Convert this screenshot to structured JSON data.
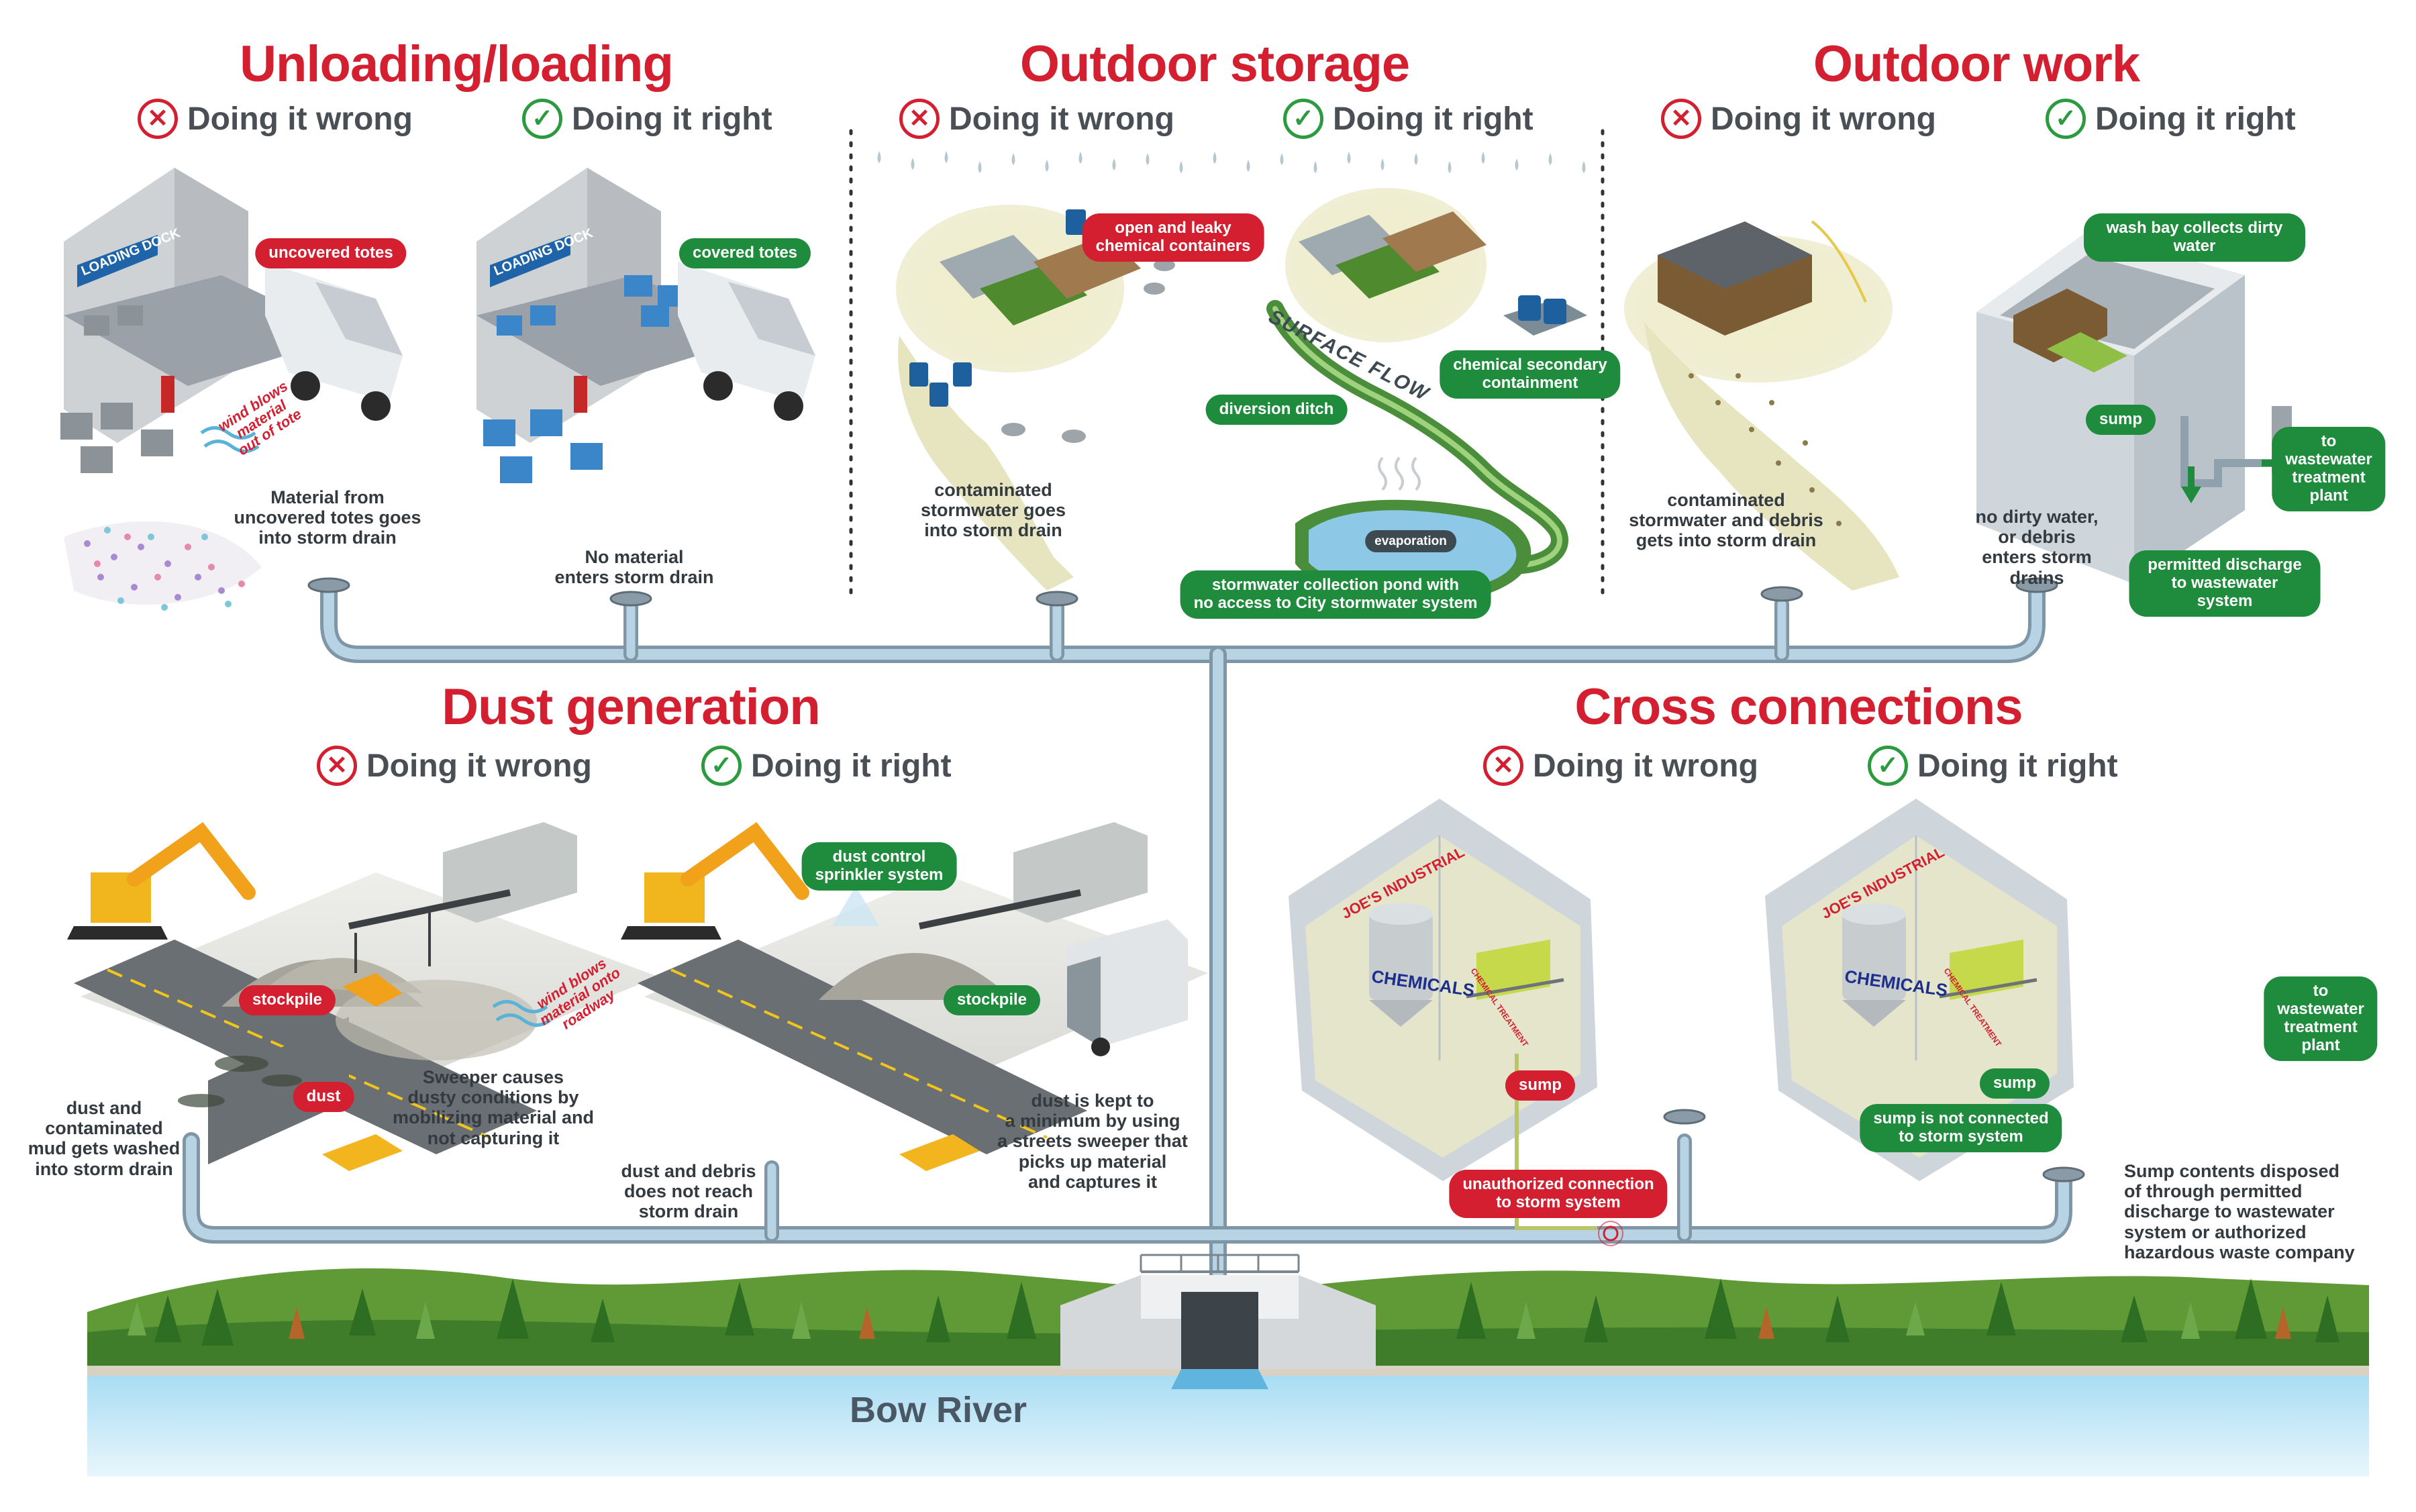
{
  "sections": {
    "unloading": {
      "title": "Unloading/loading",
      "wrong": "Doing it wrong",
      "right": "Doing it right",
      "labels": {
        "uncovered_totes": "uncovered totes",
        "covered_totes": "covered totes",
        "wind": "wind blows\nmaterial\nout of tote",
        "dock_sign_1": "LOADING DOCK",
        "dock_sign_2": "LOADING DOCK"
      },
      "captions": {
        "wrong": "Material from\nuncovered totes goes\ninto storm drain",
        "right": "No material\nenters storm drain"
      }
    },
    "storage": {
      "title": "Outdoor storage",
      "wrong": "Doing it wrong",
      "right": "Doing it right",
      "labels": {
        "leaky": "open and leaky\nchemical containers",
        "containment": "chemical secondary\ncontainment",
        "ditch": "diversion ditch",
        "surface_flow": "SURFACE FLOW",
        "evaporation": "evaporation",
        "pond": "stormwater collection pond with\nno access to City stormwater system"
      },
      "captions": {
        "wrong": "contaminated\nstormwater goes\ninto storm drain"
      }
    },
    "outdoor_work": {
      "title": "Outdoor work",
      "wrong": "Doing it wrong",
      "right": "Doing it right",
      "labels": {
        "wash_bay": "wash bay collects dirty water",
        "sump": "sump",
        "to_wastewater": "to wastewater\ntreatment plant",
        "permitted": "permitted discharge\nto wastewater system"
      },
      "captions": {
        "wrong": "contaminated\nstormwater and debris\ngets into storm drain",
        "right": "no dirty water,\nor debris\nenters storm\ndrains"
      }
    },
    "dust": {
      "title": "Dust generation",
      "wrong": "Doing it wrong",
      "right": "Doing it right",
      "labels": {
        "stockpile_1": "stockpile",
        "stockpile_2": "stockpile",
        "dust": "dust",
        "sprinkler": "dust control\nsprinkler system",
        "wind": "wind blows\nmaterial onto\nroadway"
      },
      "captions": {
        "sweeper_wrong": "Sweeper causes\ndusty conditions by\nmobilizing material and\nnot capturing it",
        "mud": "dust and\ncontaminated\nmud gets washed\ninto storm drain",
        "debris": "dust and debris\ndoes not reach\nstorm drain",
        "sweeper_right": "dust is kept to\na minimum by using\na streets sweeper that\npicks up material\nand captures it"
      }
    },
    "cross": {
      "title": "Cross connections",
      "wrong": "Doing it wrong",
      "right": "Doing it right",
      "labels": {
        "joes_1": "JOE'S INDUSTRIAL",
        "joes_2": "JOE'S INDUSTRIAL",
        "chemicals_1": "CHEMICALS",
        "chemicals_2": "CHEMICALS",
        "treatment_1": "CHEMICAL TREATMENT",
        "treatment_2": "CHEMICAL TREATMENT",
        "sump_1": "sump",
        "sump_2": "sump",
        "unauthorized": "unauthorized connection\nto storm system",
        "not_connected": "sump is not connected\nto storm system",
        "to_wastewater": "to wastewater\ntreatment plant"
      },
      "captions": {
        "sump_contents": "Sump contents disposed\nof through permitted\ndischarge to wastewater\nsystem or authorized\nhazardous waste company"
      }
    }
  },
  "river": "Bow River",
  "icons": {
    "wrong": "x-circle-icon",
    "right": "check-circle-icon"
  },
  "colors": {
    "title_red": "#d31f30",
    "right_green": "#2c9a3f",
    "label_green": "#1f8b3c",
    "pipe_blue": "#a9c8da",
    "river_blue": "#bfe3f4",
    "grass_green": "#5f9a36"
  }
}
